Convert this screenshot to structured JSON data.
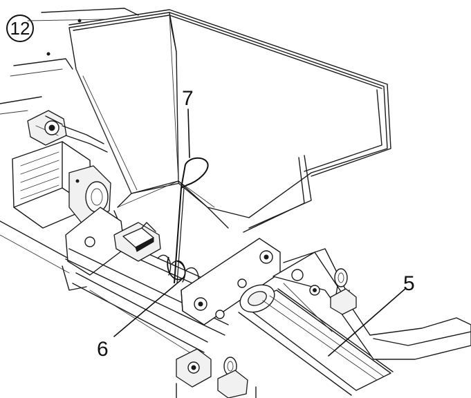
{
  "step": "12",
  "callouts": {
    "c5": "5",
    "c6": "6",
    "c7": "7"
  },
  "colors": {
    "line": "#1a1a1a",
    "background": "#ffffff"
  }
}
